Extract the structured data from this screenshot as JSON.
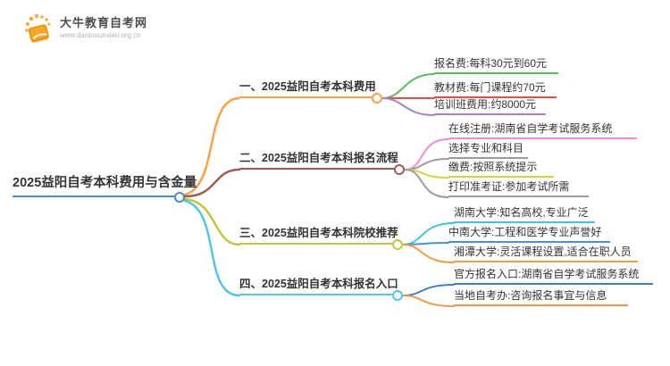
{
  "logo": {
    "icon": "book-icon",
    "title": "大牛教育自考网",
    "url": "www.daniuxuexiao.org.cn"
  },
  "mindmap": {
    "root": {
      "label": "2025益阳自考本科费用与含金量",
      "color": "#4a8bc4"
    },
    "branches": [
      {
        "label": "一、2025益阳自考本科费用",
        "color": "#f7a24b",
        "leaves": [
          {
            "label": "报名费:每科30元到60元",
            "color": "#5eb95e"
          },
          {
            "label": "教材费:每门课程约70元",
            "color": "#e54c4c"
          },
          {
            "label": "培训班费用:约8000元",
            "color": "#a87fd2"
          }
        ]
      },
      {
        "label": "二、2025益阳自考本科报名流程",
        "color": "#9e5c55",
        "leaves": [
          {
            "label": "在线注册:湖南省自学考试服务系统",
            "color": "#f08bd8"
          },
          {
            "label": "选择专业和科目",
            "color": "#9c9c9c"
          },
          {
            "label": "缴费:按照系统提示",
            "color": "#d4d43a"
          },
          {
            "label": "打印准考证:参加考试所需",
            "color": "#9c9c9c"
          }
        ]
      },
      {
        "label": "三、2025益阳自考本科院校推荐",
        "color": "#bfc73e",
        "leaves": [
          {
            "label": "湖南大学:知名高校,专业广泛",
            "color": "#45c2dc"
          },
          {
            "label": "中南大学:工程和医学专业声誉好",
            "color": "#4a90d2"
          },
          {
            "label": "湘潭大学:灵活课程设置,适合在职人员",
            "color": "#f89a42"
          }
        ]
      },
      {
        "label": "四、2025益阳自考本科报名入口",
        "color": "#55c6e2",
        "leaves": [
          {
            "label": "官方报名入口:湖南省自学考试服务系统",
            "color": "#3f7fca"
          },
          {
            "label": "当地自考办:咨询报名事宜与信息",
            "color": "#f89448"
          }
        ]
      }
    ]
  }
}
